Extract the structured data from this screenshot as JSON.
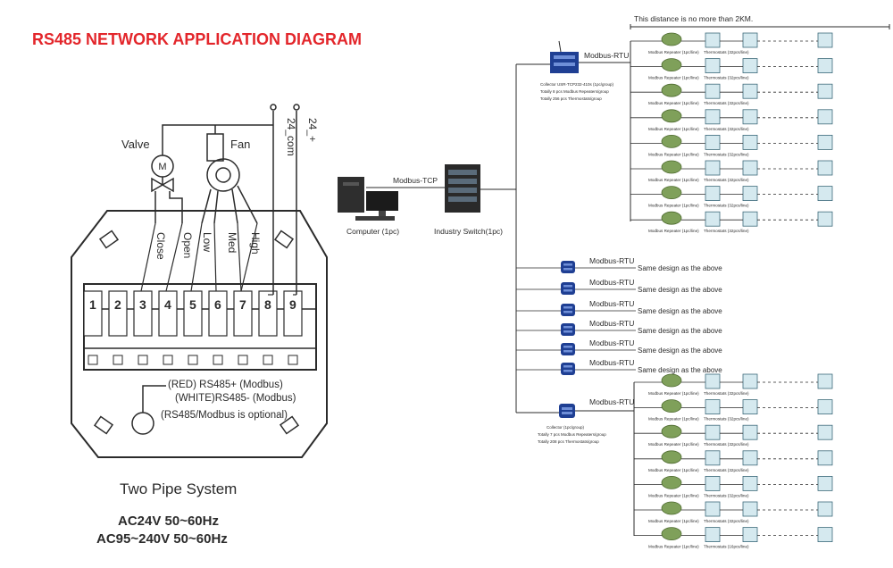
{
  "title": "RS485 NETWORK APPLICATION DIAGRAM",
  "colors": {
    "title": "#e3262b",
    "line": "#2b2b2b",
    "device": "#1f3f93",
    "repeater": "#7fa05a",
    "thermostat": "#d5e9ef"
  },
  "wiring": {
    "valve_label": "Valve",
    "fan_label": "Fan",
    "power_labels": [
      "24_com",
      "24_+"
    ],
    "terminal_labels": [
      "Close",
      "Open",
      "Low",
      "Med",
      "High"
    ],
    "terminal_numbers": [
      "1",
      "2",
      "3",
      "4",
      "5",
      "6",
      "7",
      "8",
      "9"
    ],
    "rs485_lines": [
      "(RED) RS485+ (Modbus)",
      "(WHITE)RS485- (Modbus)",
      "(RS485/Modbus is optional)"
    ],
    "system_name": "Two Pipe System",
    "power_specs": [
      "AC24V  50~60Hz",
      "AC95~240V  50~60Hz"
    ]
  },
  "network": {
    "distance_note": "This distance is no more than 2KM.",
    "modbus_tcp": "Modbus-TCP",
    "modbus_rtu": "Modbus-RTU",
    "computer_label": "Computer (1pc)",
    "switch_label": "Industry Switch(1pc)",
    "collector_top_lines": [
      "Collector USR-TCP232-410s (1pc/group)",
      "Totally 8 pcs Modbus Repeaters/group",
      "Totally 256 pcs Thermostats/group"
    ],
    "collector_bottom_lines": [
      "Collector (1pc/group)",
      "Totally 7 pcs Modbus Repeaters/group",
      "Totally 208 pcs Thermostats/group"
    ],
    "repeater_label": "Modbus Repeater (1pc/line)",
    "thermostat_label": "Thermostats (32pcs/line)",
    "thermostat_label_last": "Thermostats (16pcs/line)",
    "same_design": "Same design as the above"
  }
}
